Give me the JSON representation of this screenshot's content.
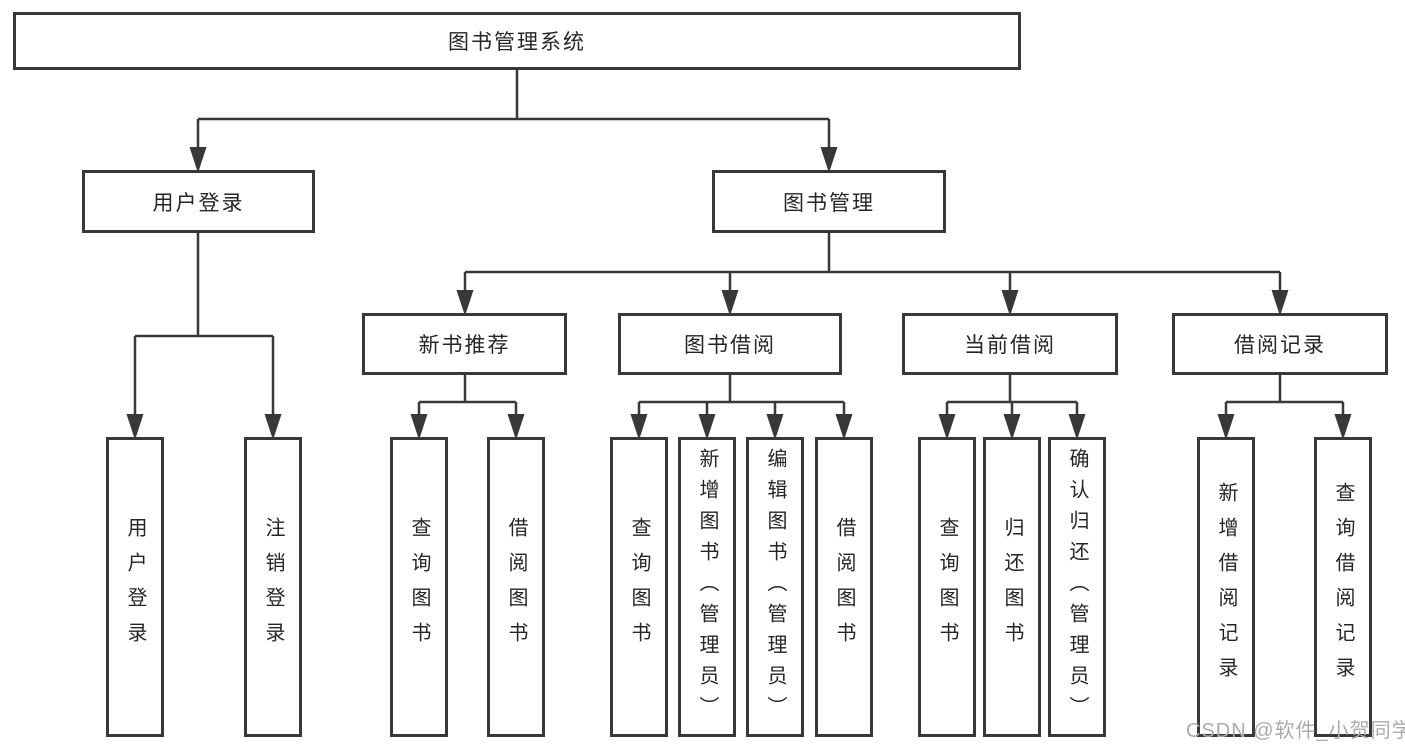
{
  "tree": {
    "label": "图书管理系统",
    "children": [
      {
        "label": "用户登录",
        "children": [
          {
            "label": "用户登录"
          },
          {
            "label": "注销登录"
          }
        ]
      },
      {
        "label": "图书管理",
        "children": [
          {
            "label": "新书推荐",
            "children": [
              {
                "label": "查询图书"
              },
              {
                "label": "借阅图书"
              }
            ]
          },
          {
            "label": "图书借阅",
            "children": [
              {
                "label": "查询图书"
              },
              {
                "label": "新增图书（管理员）"
              },
              {
                "label": "编辑图书（管理员）"
              },
              {
                "label": "借阅图书"
              }
            ]
          },
          {
            "label": "当前借阅",
            "children": [
              {
                "label": "查询图书"
              },
              {
                "label": "归还图书"
              },
              {
                "label": "确认归还（管理员）"
              }
            ]
          },
          {
            "label": "借阅记录",
            "children": [
              {
                "label": "新增借阅记录"
              },
              {
                "label": "查询借阅记录"
              }
            ]
          }
        ]
      }
    ]
  },
  "watermark": {
    "text": "CSDN @软件_小贺同学"
  },
  "colors": {
    "line": "#383838",
    "box_border": "#383838",
    "text": "#262626",
    "background": "#ffffff",
    "watermark_text": "#ababab"
  }
}
